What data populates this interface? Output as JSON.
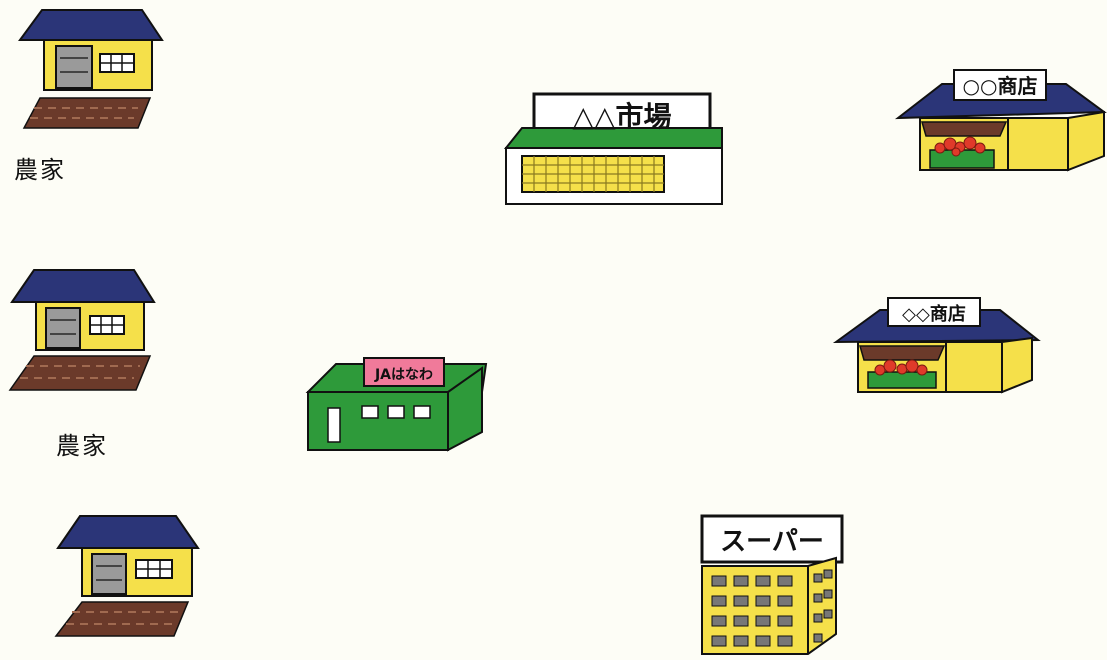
{
  "farm_labels": [
    "農家",
    "農家"
  ],
  "market": {
    "sign": "△△市場"
  },
  "ja": {
    "sign": "JAはなわ"
  },
  "shop_maru": {
    "sign": "○○商店"
  },
  "shop_diamond": {
    "sign": "◇◇商店"
  },
  "supermarket": {
    "sign": "スーパー"
  },
  "colors": {
    "roof": "#2b3578",
    "wall": "#f5e04a",
    "field": "#6b3a2a",
    "ja_green": "#2e9a3a",
    "ja_sign": "#f07a9a",
    "market_green": "#2e9a3a",
    "produce": "#e03a2a"
  }
}
